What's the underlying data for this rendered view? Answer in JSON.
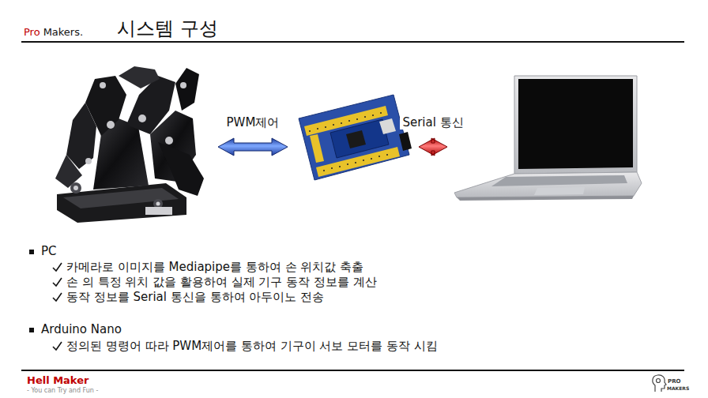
{
  "diagram": {
    "title": "시스템 구성",
    "nodes": [
      {
        "text": []
      },
      {
        "text": []
      },
      {
        "text": []
      }
    ],
    "edges": [
      {
        "from": 0,
        "to": 1,
        "arrow": "both",
        "label": "PWM제어"
      },
      {
        "from": 1,
        "to": 2,
        "arrow": "both",
        "label": "Serial 통신"
      }
    ],
    "labels": [
      "Pro",
      "Makers.",
      "PC",
      "카메라로 이미지를 Mediapipe를 통하여 손 위치값 축출",
      "손 의 특정 위치 값을 활용하여 실제 기구 동작 정보를 계산",
      "동작 정보를 Serial 통신을 통하여 아두이노 전송",
      "Arduino Nano",
      "정의된 명령어 따라 PWM제어를 통하여 기구이 서보 모터를 동작 시킴",
      "Hell Maker",
      "- You can Try and Fun -",
      "PRO",
      "MAKERS"
    ]
  }
}
